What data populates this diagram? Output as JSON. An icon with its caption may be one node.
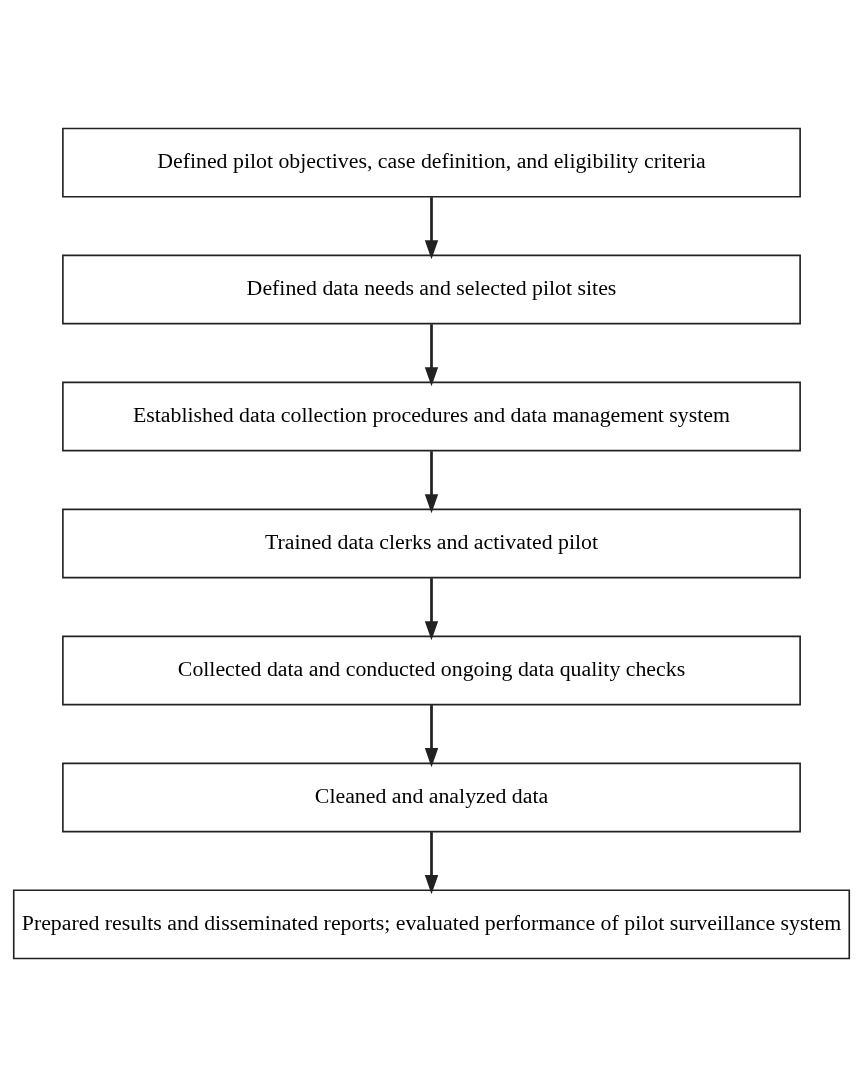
{
  "diagram": {
    "nodes": [
      {
        "text": [
          "Defined pilot objectives, case definition, and eligibility criteria"
        ]
      },
      {
        "text": [
          "Defined data needs and selected pilot sites"
        ]
      },
      {
        "text": [
          "Established data collection procedures and data management system"
        ]
      },
      {
        "text": [
          "Trained data clerks and activated pilot"
        ]
      },
      {
        "text": [
          "Collected data and conducted ongoing data quality checks"
        ]
      },
      {
        "text": [
          "Cleaned and analyzed data"
        ]
      },
      {
        "text": [
          "Prepared results and disseminated reports; evaluated performance of pilot surveillance system"
        ]
      }
    ],
    "edges": [
      {
        "from": 0,
        "to": 1,
        "arrow": "to"
      },
      {
        "from": 1,
        "to": 2,
        "arrow": "to"
      },
      {
        "from": 2,
        "to": 3,
        "arrow": "to"
      },
      {
        "from": 3,
        "to": 4,
        "arrow": "to"
      },
      {
        "from": 4,
        "to": 5,
        "arrow": "to"
      },
      {
        "from": 5,
        "to": 6,
        "arrow": "to"
      }
    ]
  }
}
